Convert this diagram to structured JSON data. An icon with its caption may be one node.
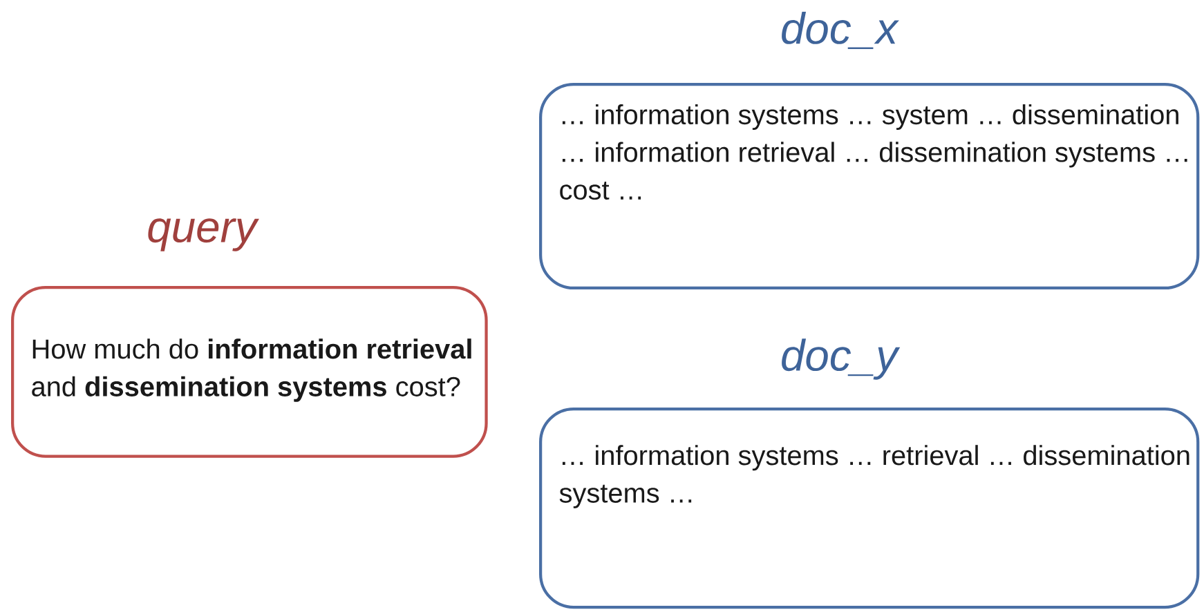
{
  "diagram": {
    "nodes": [
      {
        "text": [
          "query",
          "How much do **information retrieval** and **dissemination systems** cost?"
        ]
      },
      {
        "text": [
          "doc_x",
          "… information systems … system … dissemination … information retrieval … dissemination systems … cost …"
        ]
      },
      {
        "text": [
          "doc_y",
          "… information systems … retrieval … dissemination systems …"
        ]
      }
    ]
  }
}
